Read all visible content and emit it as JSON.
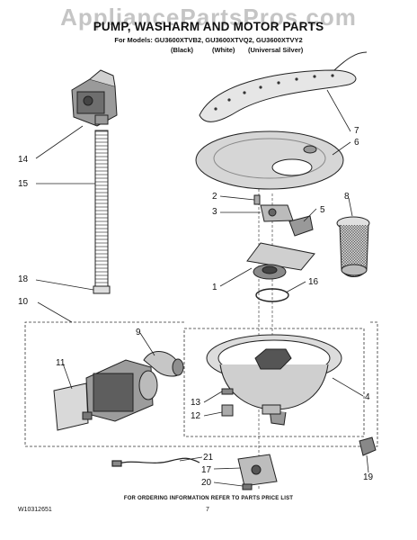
{
  "watermark": "AppliancePartsPros.com",
  "header": {
    "title": "PUMP, WASHARM AND MOTOR PARTS",
    "models": "For Models: GU3600XTVB2, GU3600XTVQ2, GU3600XTVY2",
    "colors": [
      "(Black)",
      "(White)",
      "(Universal Silver)"
    ]
  },
  "callouts": [
    "14",
    "15",
    "18",
    "10",
    "9",
    "11",
    "7",
    "6",
    "2",
    "3",
    "8",
    "5",
    "1",
    "16",
    "4",
    "13",
    "12",
    "21",
    "17",
    "20",
    "19"
  ],
  "footer": {
    "info": "FOR ORDERING INFORMATION REFER TO PARTS PRICE LIST",
    "doc_number": "W10312651",
    "page_number": "7"
  }
}
